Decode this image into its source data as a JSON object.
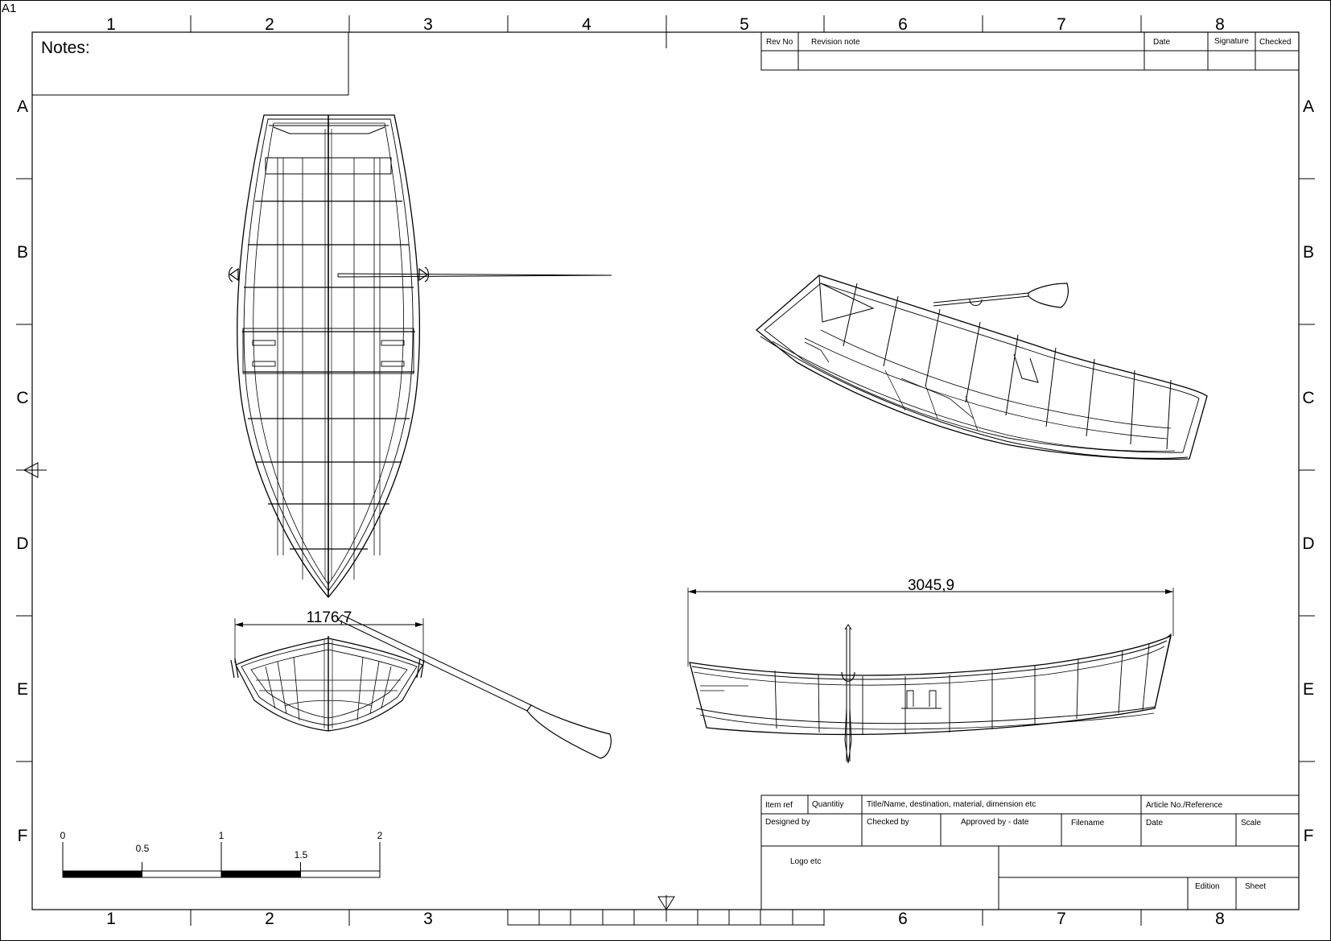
{
  "sheet_size": "A1",
  "grid": {
    "columns": [
      "1",
      "2",
      "3",
      "4",
      "5",
      "6",
      "7",
      "8"
    ],
    "rows": [
      "A",
      "B",
      "C",
      "D",
      "E",
      "F"
    ]
  },
  "notes": {
    "label": "Notes:"
  },
  "revision_table": {
    "headers": [
      "Rev No",
      "Revision note",
      "Date",
      "Signature",
      "Checked"
    ]
  },
  "dimensions": {
    "beam": "1176,7",
    "length": "3045,9"
  },
  "scale_bar": {
    "ticks": [
      "0",
      "0.5",
      "1",
      "1.5",
      "2"
    ]
  },
  "title_block": {
    "item_ref": "Item ref",
    "quantity": "Quantitiy",
    "title": "Title/Name, destination, material, dimension etc",
    "article": "Article No./Reference",
    "designed_by": "Designed by",
    "checked_by": "Checked by",
    "approved_by": "Approved by - date",
    "filename": "Filename",
    "date": "Date",
    "scale": "Scale",
    "logo": "Logo etc",
    "edition": "Edition",
    "sheet": "Sheet"
  }
}
